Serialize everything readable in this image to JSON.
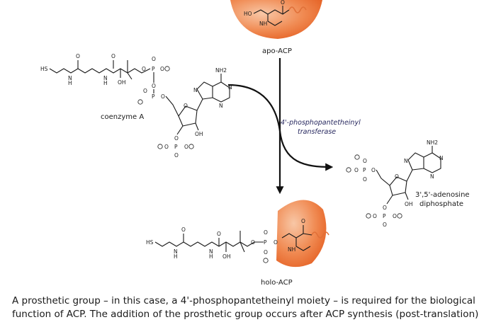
{
  "labels": {
    "apo_acp": "apo-ACP",
    "holo_acp": "holo-ACP",
    "coenzyme_a": "coenzyme A",
    "enzyme_line1": "4'-phosphopantetheinyl",
    "enzyme_line2": "transferase",
    "product_line1": "3',5'-adenosine",
    "product_line2": "diphosphate"
  },
  "atoms": {
    "HS": "HS",
    "HO": "HO",
    "OH": "OH",
    "O": "O",
    "N": "N",
    "H": "H",
    "P": "P",
    "NH2": "NH2",
    "NH": "NH"
  },
  "caption": "A prosthetic group – in this case, a 4'-phosphopantetheinyl moiety – is required for the biological function of ACP. The addition of the prosthetic group occurs after ACP synthesis (post-translation)",
  "colors": {
    "protein_light": "#f6b48c",
    "protein_dark": "#ea6a2a",
    "wave": "#e07038",
    "enzyme_text": "#26275e"
  }
}
